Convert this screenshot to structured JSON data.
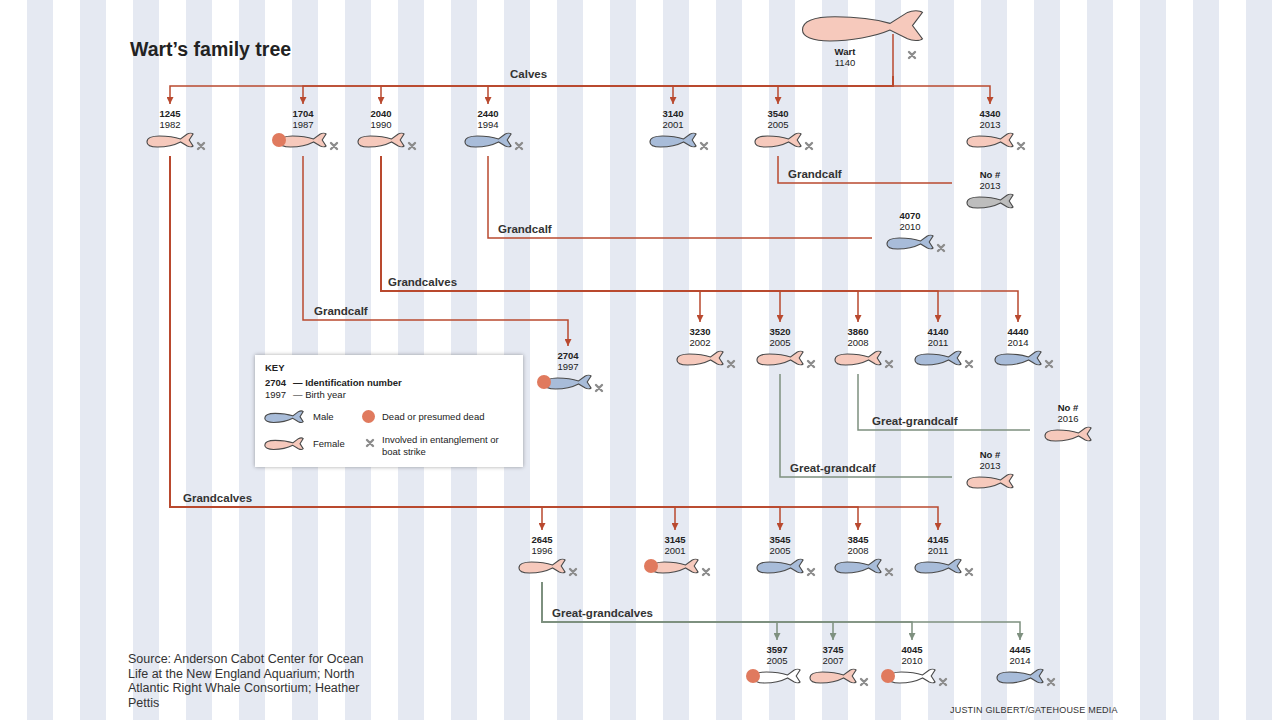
{
  "diagram": {
    "title": "Wart’s family tree",
    "nodes": [
      {
        "text": [
          "Wart",
          "1140"
        ]
      },
      {
        "text": [
          "1245",
          "1982"
        ]
      },
      {
        "text": [
          "1704",
          "1987"
        ]
      },
      {
        "text": [
          "2040",
          "1990"
        ]
      },
      {
        "text": [
          "2440",
          "1994"
        ]
      },
      {
        "text": [
          "3140",
          "2001"
        ]
      },
      {
        "text": [
          "3540",
          "2005"
        ]
      },
      {
        "text": [
          "4340",
          "2013"
        ]
      },
      {
        "text": [
          "No #",
          "2013"
        ]
      },
      {
        "text": [
          "4070",
          "2010"
        ]
      },
      {
        "text": [
          "2704",
          "1997"
        ]
      },
      {
        "text": [
          "3230",
          "2002"
        ]
      },
      {
        "text": [
          "3520",
          "2005"
        ]
      },
      {
        "text": [
          "3860",
          "2008"
        ]
      },
      {
        "text": [
          "4140",
          "2011"
        ]
      },
      {
        "text": [
          "4440",
          "2014"
        ]
      },
      {
        "text": [
          "No #",
          "2016"
        ]
      },
      {
        "text": [
          "No #",
          "2013"
        ]
      },
      {
        "text": [
          "2645",
          "1996"
        ]
      },
      {
        "text": [
          "3145",
          "2001"
        ]
      },
      {
        "text": [
          "3545",
          "2005"
        ]
      },
      {
        "text": [
          "3845",
          "2008"
        ]
      },
      {
        "text": [
          "4145",
          "2011"
        ]
      },
      {
        "text": [
          "3597",
          "2005"
        ]
      },
      {
        "text": [
          "3745",
          "2007"
        ]
      },
      {
        "text": [
          "4045",
          "2010"
        ]
      },
      {
        "text": [
          "4445",
          "2014"
        ]
      }
    ],
    "edges": [
      {
        "from": 0,
        "to": 1,
        "arrow": "to",
        "label": "Calves"
      },
      {
        "from": 0,
        "to": 2,
        "arrow": "to"
      },
      {
        "from": 0,
        "to": 3,
        "arrow": "to"
      },
      {
        "from": 0,
        "to": 4,
        "arrow": "to"
      },
      {
        "from": 0,
        "to": 5,
        "arrow": "to"
      },
      {
        "from": 0,
        "to": 6,
        "arrow": "to"
      },
      {
        "from": 0,
        "to": 7,
        "arrow": "to"
      },
      {
        "from": 6,
        "to": 8,
        "arrow": "none",
        "label": "Grandcalf"
      },
      {
        "from": 4,
        "to": 9,
        "arrow": "none",
        "label": "Grandcalf"
      },
      {
        "from": 3,
        "to": 11,
        "arrow": "to",
        "label": "Grandcalves"
      },
      {
        "from": 3,
        "to": 12,
        "arrow": "to"
      },
      {
        "from": 3,
        "to": 13,
        "arrow": "to"
      },
      {
        "from": 3,
        "to": 14,
        "arrow": "to"
      },
      {
        "from": 3,
        "to": 15,
        "arrow": "to"
      },
      {
        "from": 2,
        "to": 10,
        "arrow": "to",
        "label": "Grandcalf"
      },
      {
        "from": 13,
        "to": 16,
        "arrow": "none",
        "label": "Great-grandcalf"
      },
      {
        "from": 12,
        "to": 17,
        "arrow": "none",
        "label": "Great-grandcalf"
      },
      {
        "from": 1,
        "to": 18,
        "arrow": "to",
        "label": "Grandcalves"
      },
      {
        "from": 1,
        "to": 19,
        "arrow": "to"
      },
      {
        "from": 1,
        "to": 20,
        "arrow": "to"
      },
      {
        "from": 1,
        "to": 21,
        "arrow": "to"
      },
      {
        "from": 1,
        "to": 22,
        "arrow": "to"
      },
      {
        "from": 18,
        "to": 23,
        "arrow": "to",
        "label": "Great-grandcalves"
      },
      {
        "from": 18,
        "to": 24,
        "arrow": "to"
      },
      {
        "from": 18,
        "to": 25,
        "arrow": "to"
      },
      {
        "from": 18,
        "to": 26,
        "arrow": "to"
      }
    ],
    "labels": [
      "KEY",
      "2704",
      "— Identification number",
      "1997",
      "— Birth year",
      "Source: Anderson Cabot Center for Ocean Life at the New England Aquarium; North Atlantic Right Whale Consortium; Heather Pettis",
      "JUSTIN GILBERT/GATEHOUSE MEDIA"
    ],
    "legend": [
      {
        "text": "Male",
        "color": "#a8bcd9"
      },
      {
        "text": "Dead or presumed dead",
        "color": "#e07a5e"
      },
      {
        "text": "Female",
        "color": "#f6c9bc"
      },
      {
        "text": "Involved in entanglement or boat strike"
      }
    ]
  }
}
